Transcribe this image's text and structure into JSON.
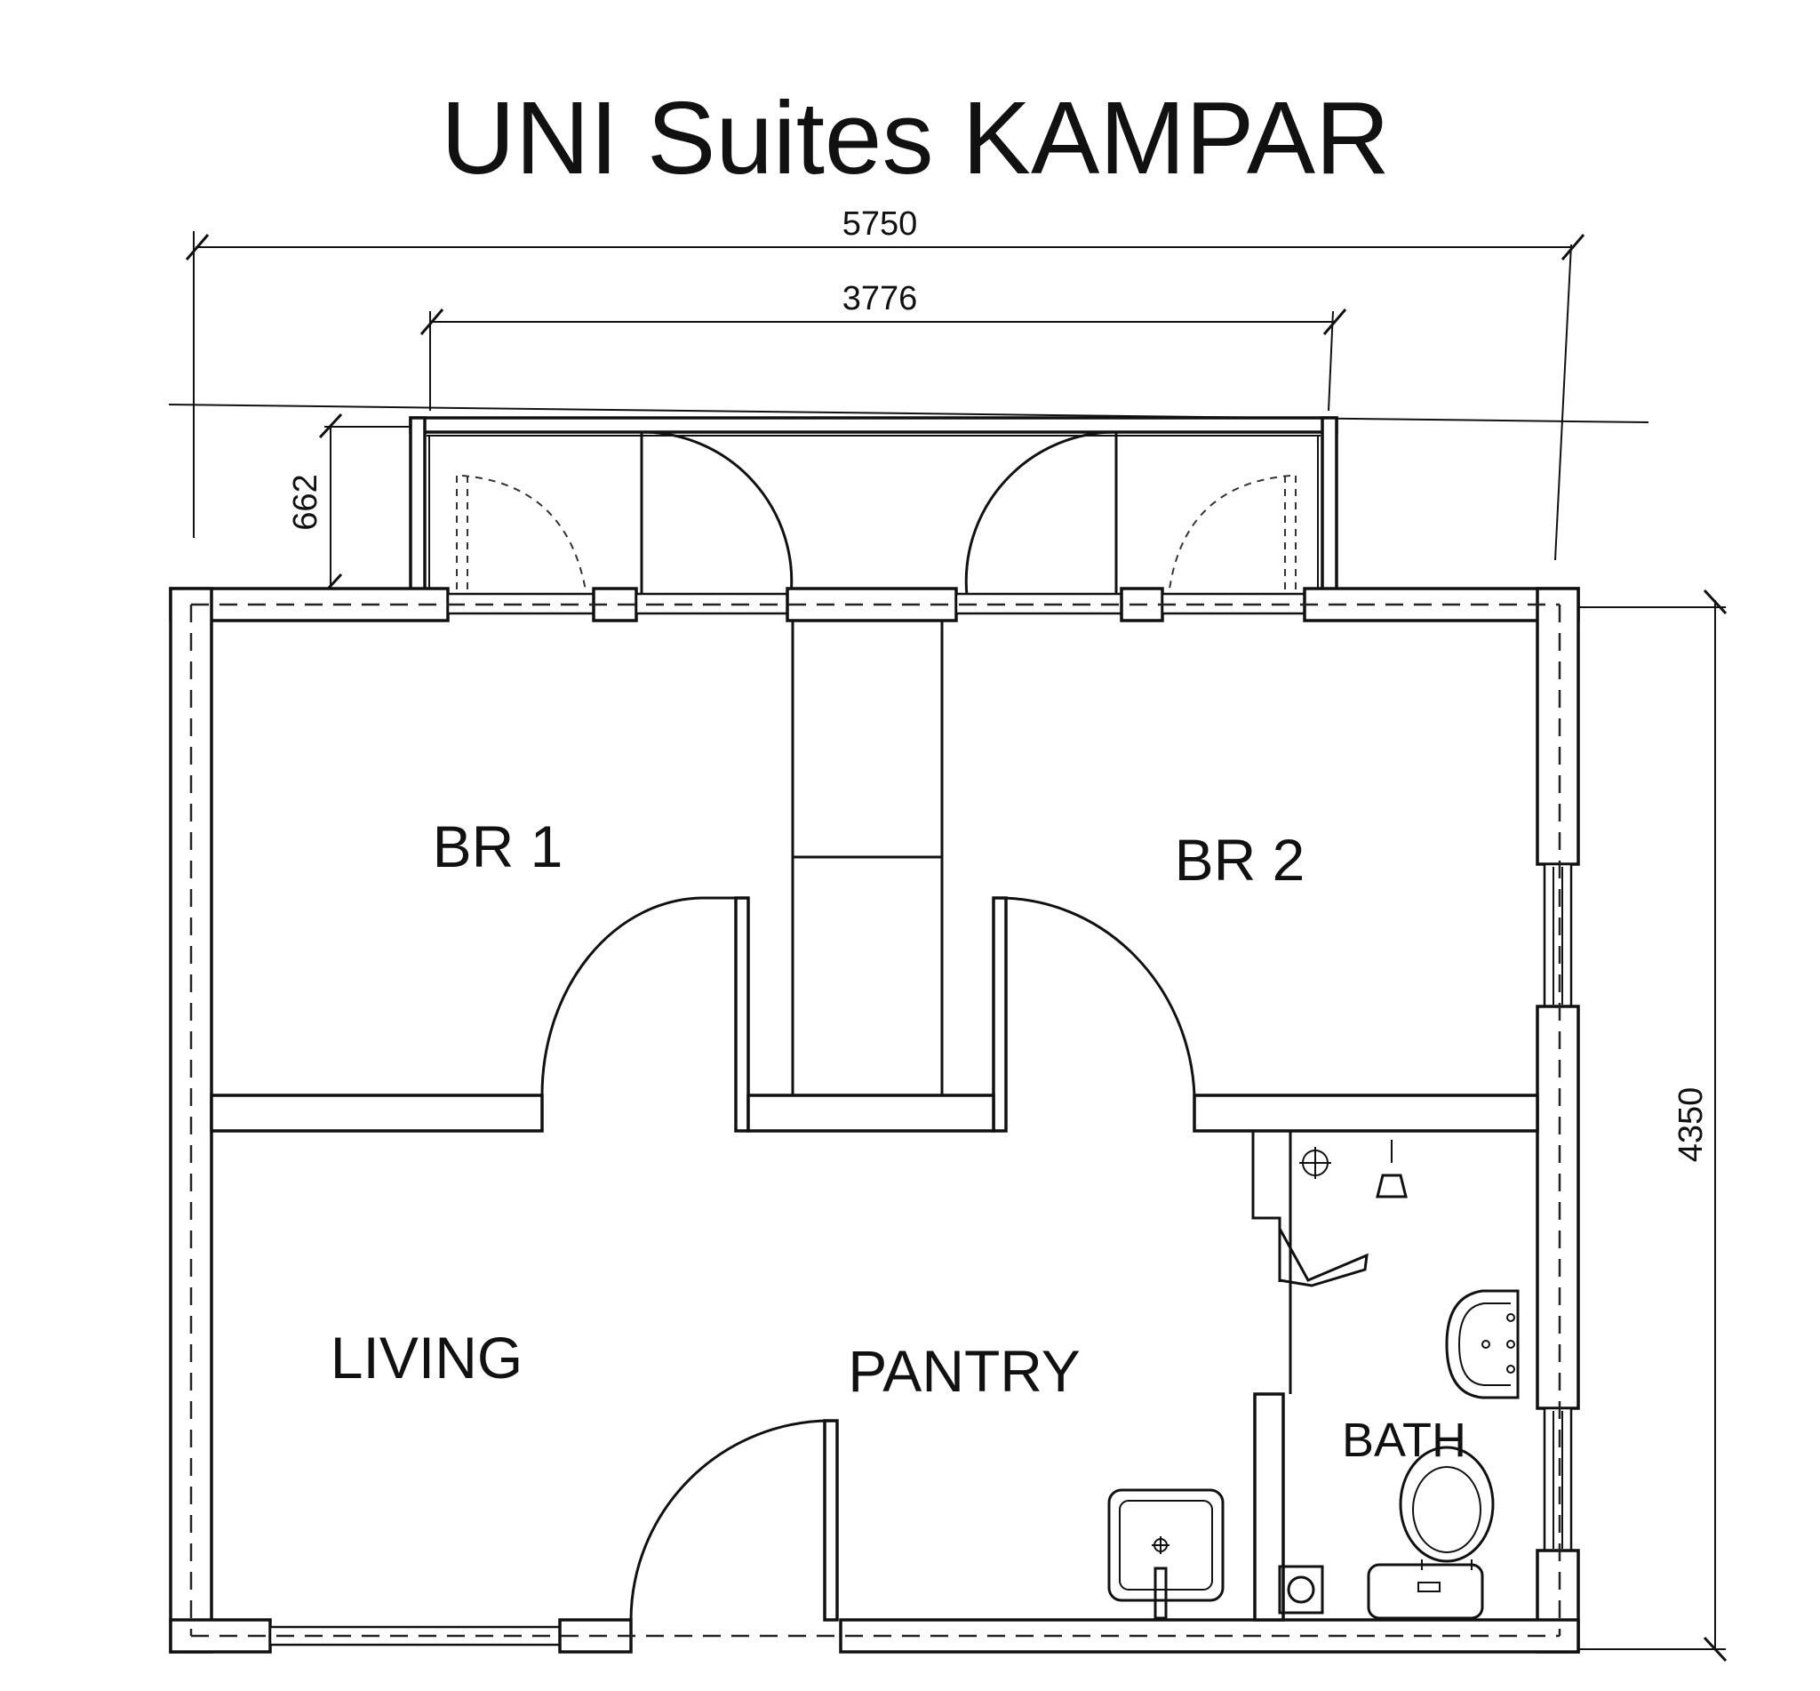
{
  "title": "UNI Suites KAMPAR",
  "dimensions": {
    "overall_width": "5750",
    "inner_width": "3776",
    "balcony_depth": "662",
    "overall_height": "4350"
  },
  "rooms": {
    "br1": "BR 1",
    "br2": "BR 2",
    "living": "LIVING",
    "pantry": "PANTRY",
    "bath": "BATH"
  },
  "colors": {
    "line": "#111111",
    "background": "#ffffff"
  }
}
